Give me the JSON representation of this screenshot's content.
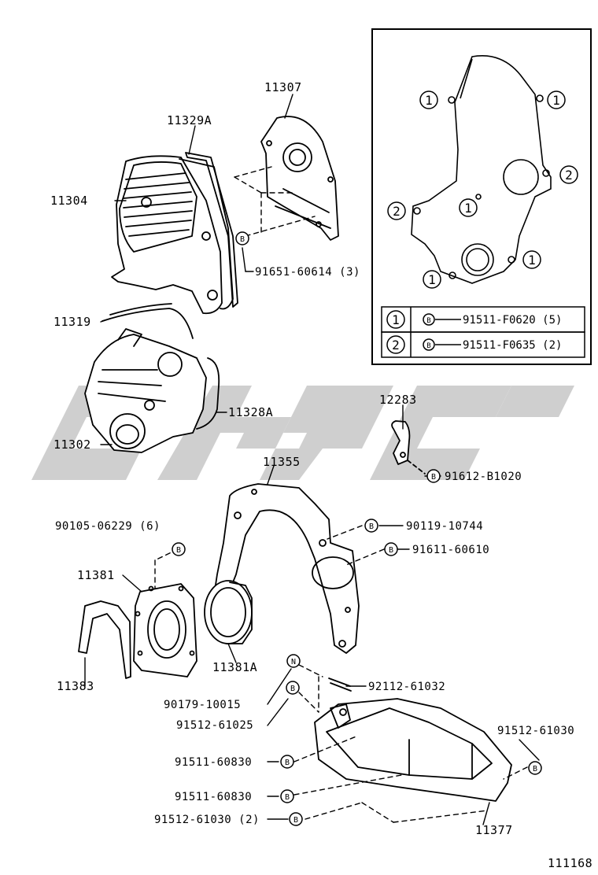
{
  "diagram": {
    "figure_id": "111168",
    "parts": {
      "p11307": "11307",
      "p11329A": "11329A",
      "p11304": "11304",
      "p91651": "91651-60614 (3)",
      "p11319": "11319",
      "p11328A": "11328A",
      "p11302": "11302",
      "p12283": "12283",
      "p91612": "91612-B1020",
      "p11355": "11355",
      "p90105": "90105-06229 (6)",
      "p90119": "90119-10744",
      "p91611": "91611-60610",
      "p11381": "11381",
      "p11381A": "11381A",
      "p11383": "11383",
      "p92112": "92112-61032",
      "p90179": "90179-10015",
      "p91512_61025": "91512-61025",
      "p91512_61030": "91512-61030",
      "p91511_a": "91511-60830",
      "p91511_b": "91511-60830",
      "p91512_61030_2": "91512-61030 (2)",
      "p11377": "11377"
    },
    "symbols": {
      "bolt": "B",
      "nut": "N",
      "one": "1",
      "two": "2"
    },
    "inset_legend": [
      {
        "key": "1",
        "part": "91511-F0620 (5)"
      },
      {
        "key": "2",
        "part": "91511-F0635 (2)"
      }
    ],
    "watermark_color": "#cfcfcf"
  }
}
